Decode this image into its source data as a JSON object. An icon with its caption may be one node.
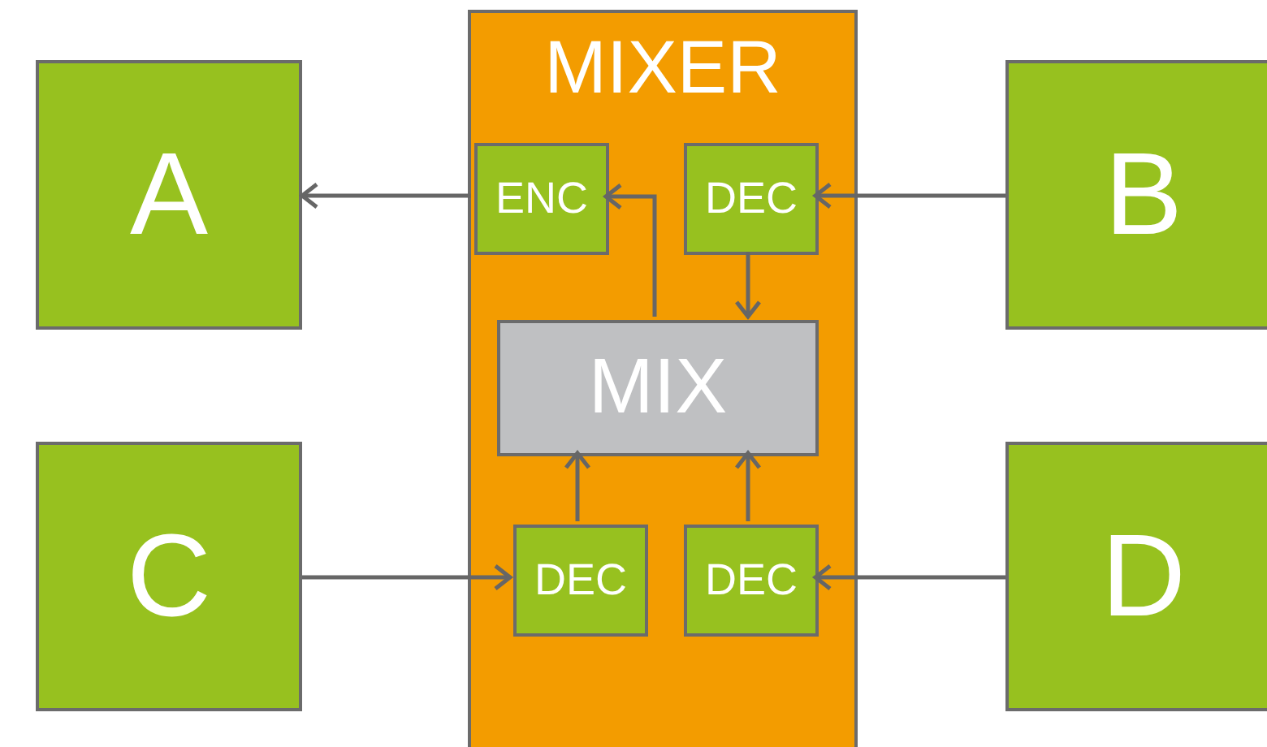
{
  "diagram": {
    "nodes": [
      {
        "text": [
          "MIXER"
        ]
      },
      {
        "text": [
          "ENC"
        ],
        "in": 0
      },
      {
        "text": [
          "DEC"
        ],
        "in": 0
      },
      {
        "text": [
          "MIX"
        ],
        "in": 0
      },
      {
        "text": [
          "DEC"
        ],
        "in": 0
      },
      {
        "text": [
          "DEC"
        ],
        "in": 0
      },
      {
        "text": [
          "A"
        ]
      },
      {
        "text": [
          "B"
        ]
      },
      {
        "text": [
          "C"
        ]
      },
      {
        "text": [
          "D"
        ]
      }
    ],
    "edges": [
      {
        "from": 1,
        "to": 6,
        "arrow": "to"
      },
      {
        "from": 7,
        "to": 2,
        "arrow": "to"
      },
      {
        "from": 2,
        "to": 3,
        "arrow": "to"
      },
      {
        "from": 3,
        "to": 1,
        "arrow": "to"
      },
      {
        "from": 8,
        "to": 4,
        "arrow": "to"
      },
      {
        "from": 4,
        "to": 3,
        "arrow": "to"
      },
      {
        "from": 5,
        "to": 3,
        "arrow": "to"
      },
      {
        "from": 9,
        "to": 5,
        "arrow": "to"
      }
    ]
  }
}
